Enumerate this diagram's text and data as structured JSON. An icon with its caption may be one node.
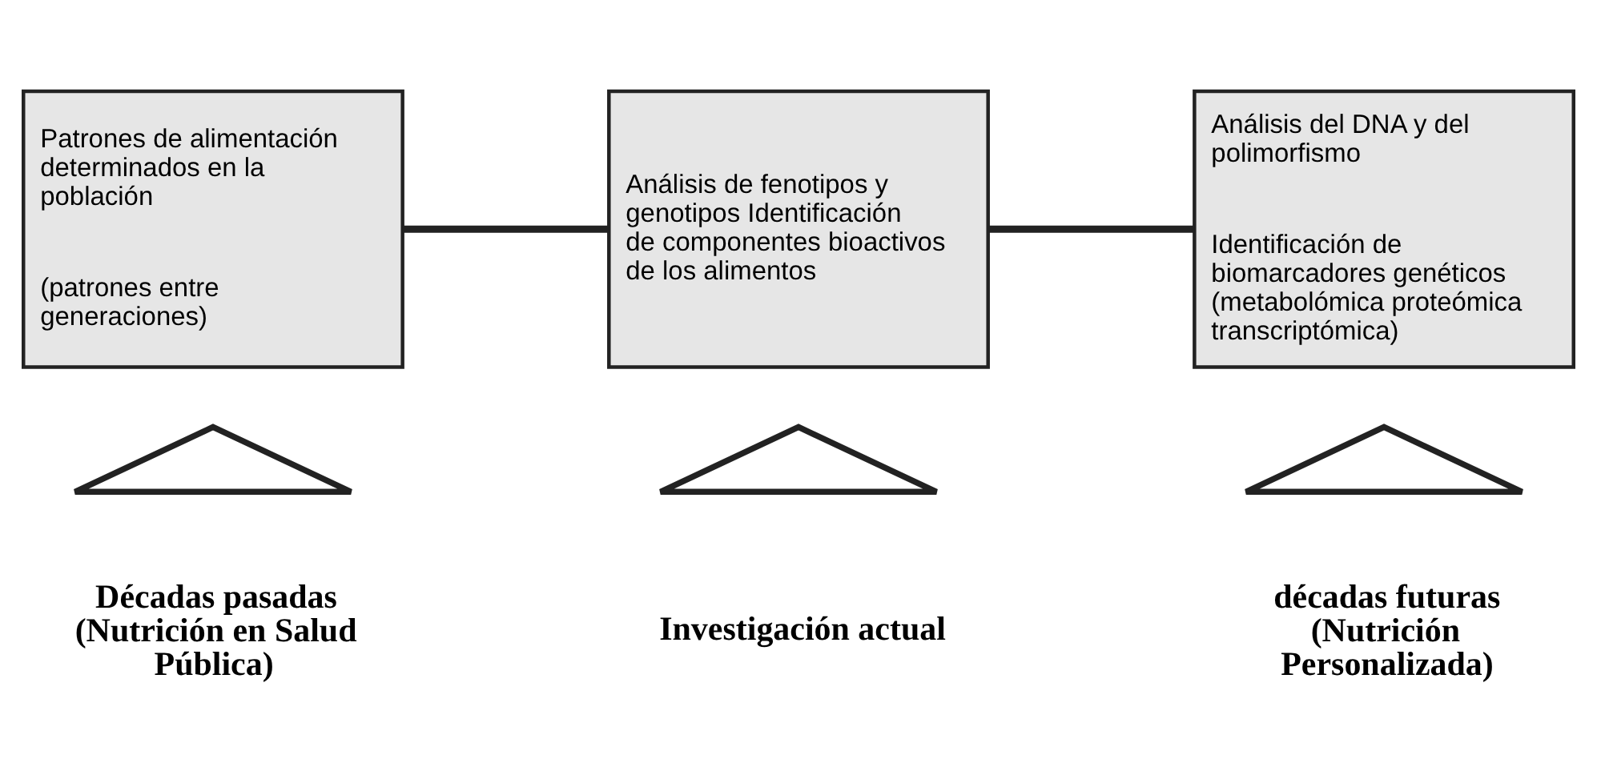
{
  "diagram": {
    "nodes": [
      {
        "text": [
          "Patrones de alimentación determinados en la población",
          "(patrones entre generaciones)"
        ]
      },
      {
        "text": [
          "Análisis de fenotipos y genotipos Identificación de componentes bioactivos de los alimentos"
        ]
      },
      {
        "text": [
          "Análisis del DNA y del polimorfismo",
          "Identificación de biomarcadores genéticos (metabolómica proteómica transcriptómica)"
        ]
      },
      {
        "text": [],
        "shape": "chevron",
        "beside": [
          "Décadas pasadas (Nutrición en Salud Pública)"
        ]
      },
      {
        "text": [],
        "shape": "chevron",
        "beside": [
          "Investigación actual"
        ]
      },
      {
        "text": [],
        "shape": "chevron",
        "beside": [
          "décadas futuras (Nutrición Personalizada)"
        ]
      }
    ],
    "edges": [
      {
        "from": 0,
        "to": 1,
        "arrow": "none"
      },
      {
        "from": 1,
        "to": 2,
        "arrow": "none"
      }
    ]
  }
}
